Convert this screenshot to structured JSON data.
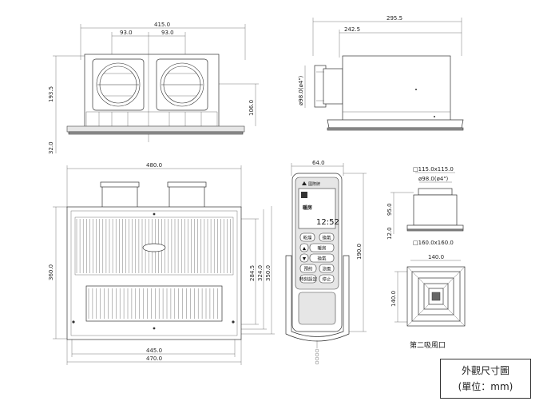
{
  "dims": {
    "top_w": "415.0",
    "top_93a": "93.0",
    "top_93b": "93.0",
    "top_h": "193.5",
    "top_106": "106.0",
    "top_32": "32.0",
    "side_w": "295.5",
    "side_2425": "242.5",
    "side_duct": "ø98.0(ø4\")",
    "front_w": "480.0",
    "front_h": "360.0",
    "front_2845": "284.5",
    "front_324": "324.0",
    "front_350": "350.0",
    "front_445": "445.0",
    "front_470": "470.0",
    "remote_w": "64.0",
    "remote_h": "190.0",
    "vent_115": "□115.0x115.0",
    "vent_98": "ø98.0(ø4\")",
    "vent_95": "95.0",
    "vent_12": "12.0",
    "vent_160": "□160.0x160.0",
    "vent_140w": "140.0",
    "vent_140h": "140.0"
  },
  "remote": {
    "brand": "國際牌",
    "mode": "暖房",
    "time": "12:52",
    "buttons": [
      "乾燥",
      "換氣",
      "▲",
      "暖房",
      "▼",
      "換氣",
      "預約",
      "涼風",
      "時刻設定",
      "停止"
    ]
  },
  "vent_label": "第二吸風口",
  "legend": {
    "line1": "外觀尺寸圖",
    "line2": "(單位：mm)"
  }
}
